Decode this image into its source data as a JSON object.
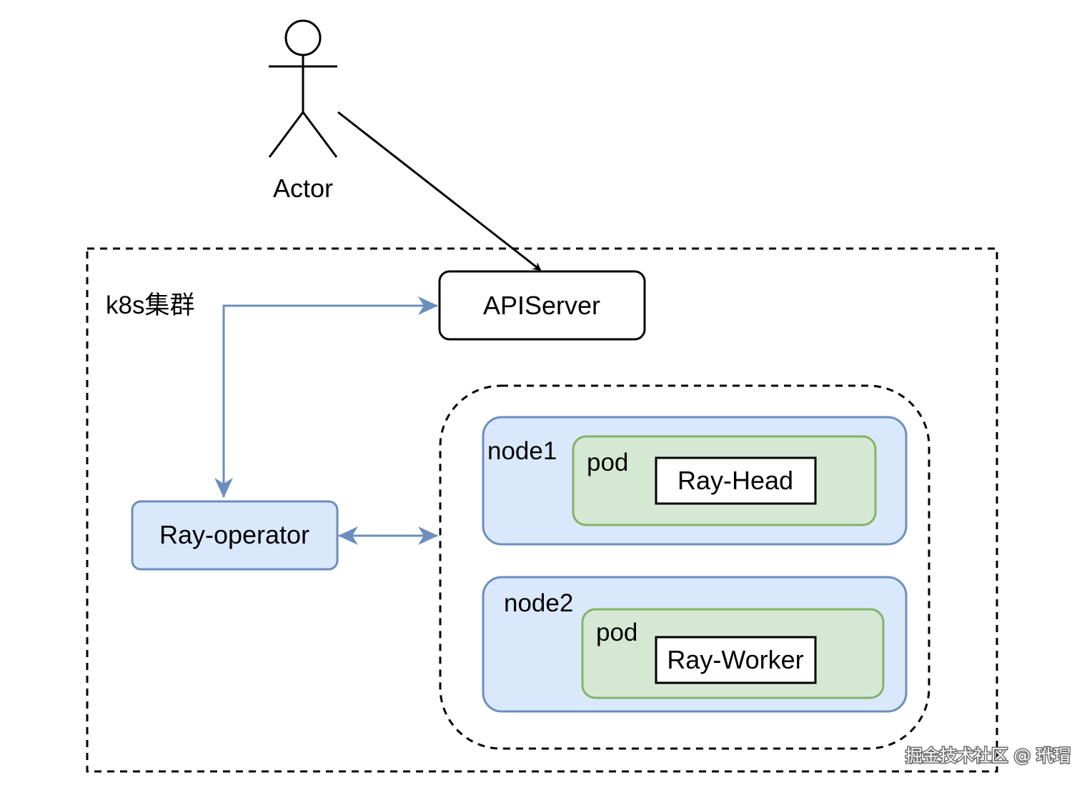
{
  "actor": {
    "label": "Actor"
  },
  "cluster": {
    "label": "k8s集群"
  },
  "apiserver": {
    "label": "APIServer"
  },
  "ray_operator": {
    "label": "Ray-operator"
  },
  "node1": {
    "label": "node1",
    "pod_label": "pod",
    "container_label": "Ray-Head"
  },
  "node2": {
    "label": "node2",
    "pod_label": "pod",
    "container_label": "Ray-Worker"
  },
  "watermark": {
    "text": "掘金技术社区 @ 玳瑁"
  },
  "colors": {
    "node_fill": "#dae8fc",
    "node_stroke": "#6c8ebf",
    "pod_fill": "#d5e8d4",
    "pod_stroke": "#82b366",
    "connector_blue": "#6c8ebf",
    "line_black": "#000000"
  }
}
